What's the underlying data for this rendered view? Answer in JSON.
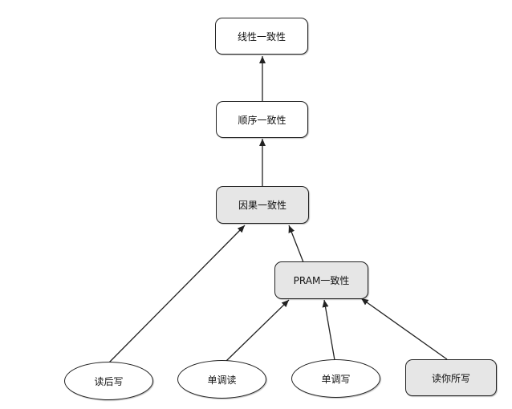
{
  "nodes": {
    "linear": "线性一致性",
    "sequential": "顺序一致性",
    "causal": "因果一致性",
    "pram": "PRAM一致性",
    "read_after_write": "读后写",
    "monotonic_read": "单调读",
    "monotonic_write": "单调写",
    "read_your_writes": "读你所写"
  },
  "edges": [
    [
      "sequential",
      "linear"
    ],
    [
      "causal",
      "sequential"
    ],
    [
      "read_after_write",
      "causal"
    ],
    [
      "pram",
      "causal"
    ],
    [
      "monotonic_read",
      "pram"
    ],
    [
      "monotonic_write",
      "pram"
    ],
    [
      "read_your_writes",
      "pram"
    ]
  ],
  "colors": {
    "grey_fill": "#e6e6e6",
    "white_fill": "#ffffff",
    "stroke": "#222222"
  }
}
